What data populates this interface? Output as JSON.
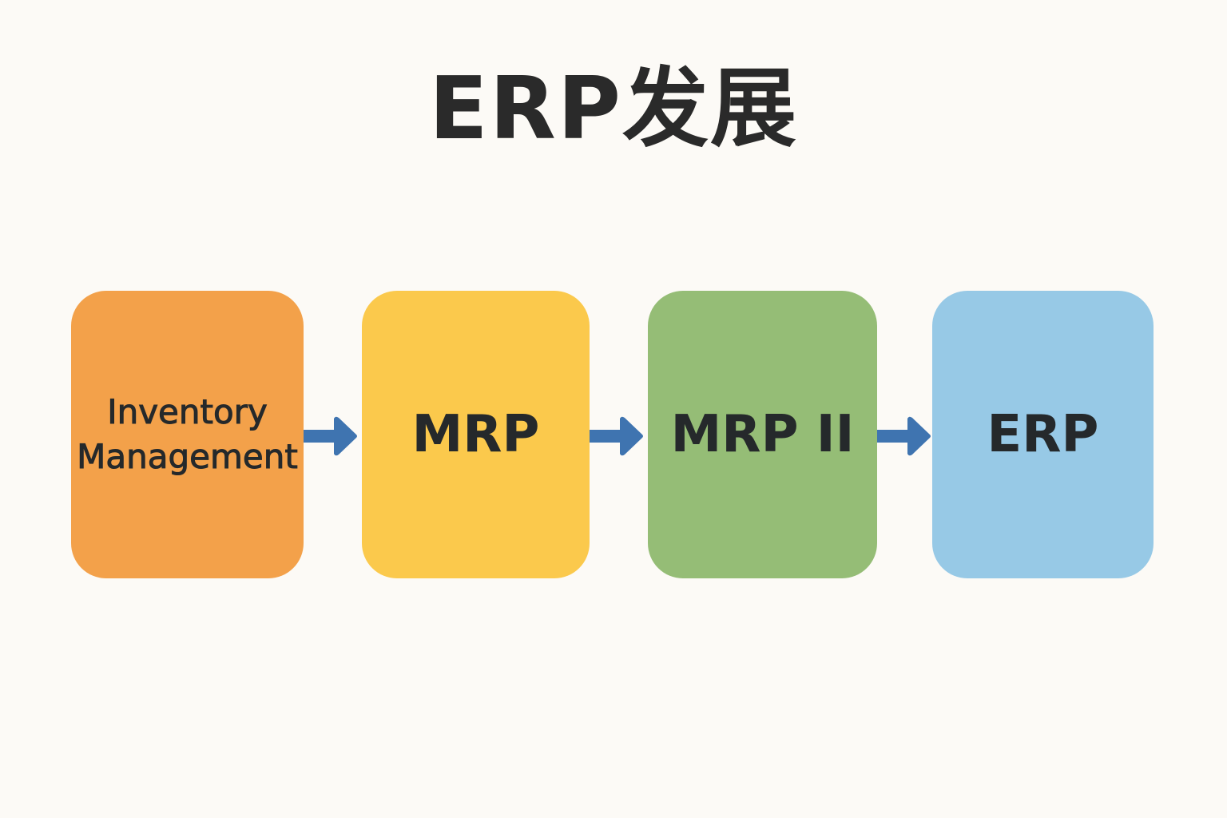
{
  "title": "ERP发展",
  "stages": [
    {
      "label_line1": "Inventory",
      "label_line2": "Management",
      "color": "#f3a14a"
    },
    {
      "label": "MRP",
      "color": "#fbc94c"
    },
    {
      "label": "MRP II",
      "color": "#95bd76"
    },
    {
      "label": "ERP",
      "color": "#97c9e6"
    }
  ],
  "arrow_color": "#3f74b0",
  "arrows": [
    {
      "from": "Inventory Management",
      "to": "MRP",
      "icon": "arrow-right-icon"
    },
    {
      "from": "MRP",
      "to": "MRP II",
      "icon": "arrow-right-icon"
    },
    {
      "from": "MRP II",
      "to": "ERP",
      "icon": "arrow-right-icon"
    }
  ]
}
